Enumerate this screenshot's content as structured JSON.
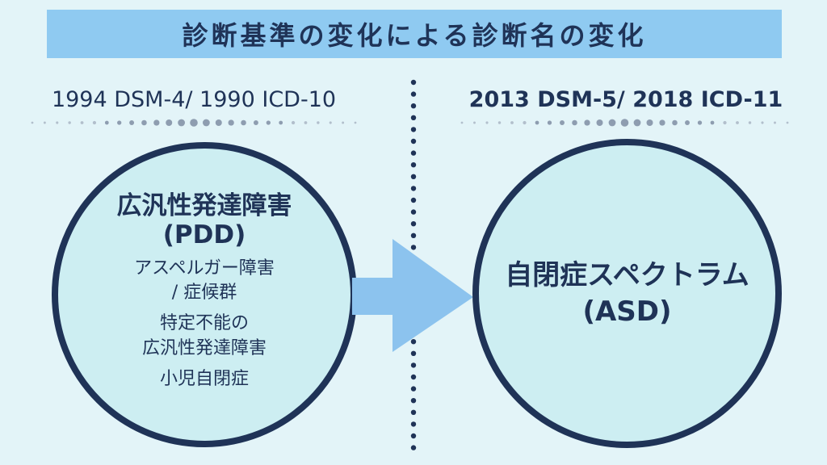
{
  "title": "診断基準の変化による診断名の変化",
  "left": {
    "era": "1994 DSM-4/ 1990 ICD-10",
    "main_line1": "広汎性発達障害",
    "main_line2": "(PDD)",
    "sub1_line1": "アスペルガー障害",
    "sub1_line2": "/ 症候群",
    "sub2_line1": "特定不能の",
    "sub2_line2": "広汎性発達障害",
    "sub3": "小児自閉症"
  },
  "right": {
    "era": "2013 DSM-5/ 2018 ICD-11",
    "main_line1": "自閉症スペクトラム",
    "main_line2": "(ASD)"
  },
  "colors": {
    "background": "#e3f4f8",
    "title_bar": "#8fcaf1",
    "navy": "#1f3357",
    "circle_fill": "#cdeef2",
    "arrow": "#8cc3ee",
    "dot_light": "#a9b6c4"
  }
}
